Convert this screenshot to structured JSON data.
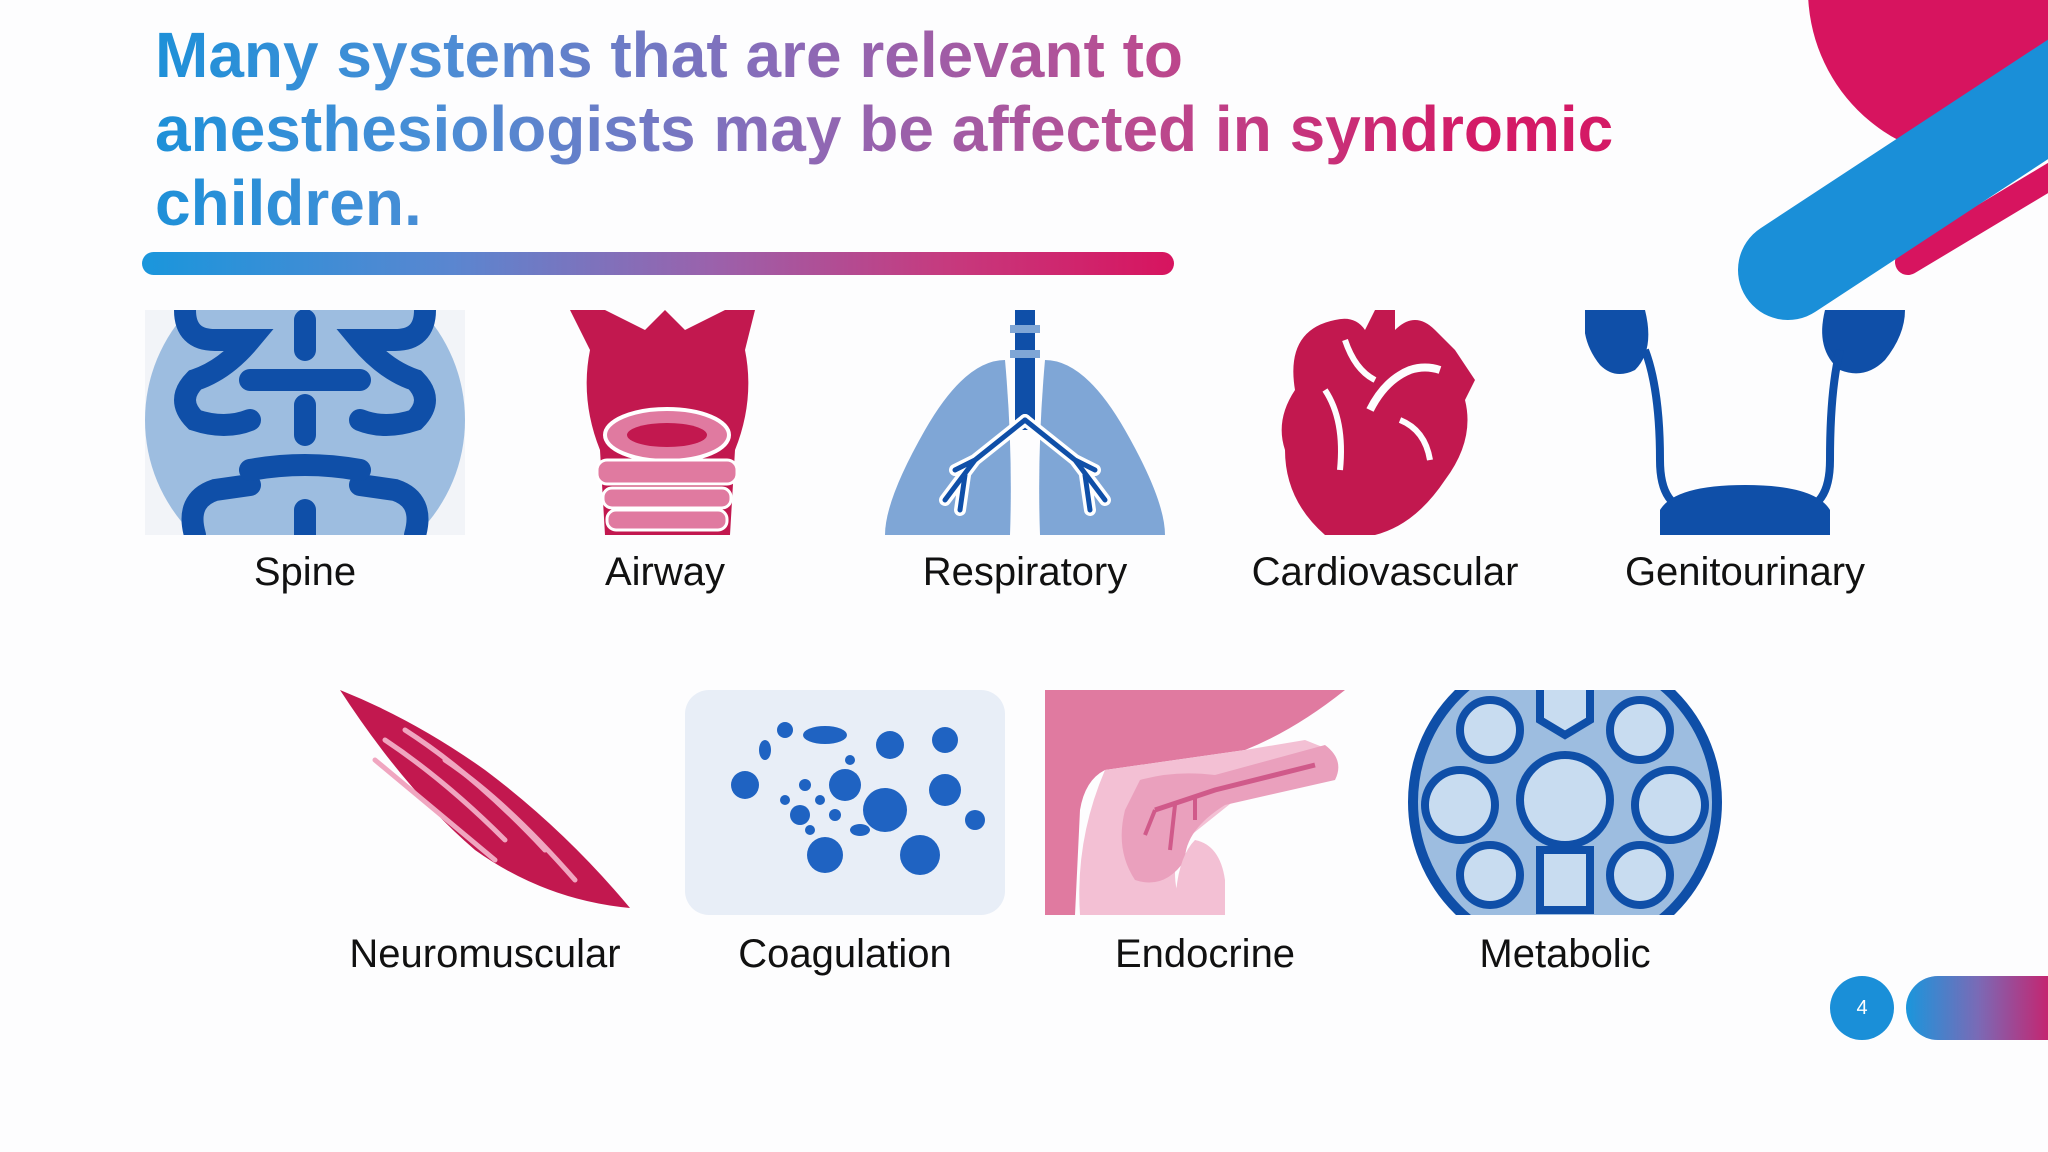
{
  "slide": {
    "title_lines": [
      "Many systems that are relevant to",
      "anesthesiologists may be affected in syndromic",
      "children."
    ],
    "page_number": "4"
  },
  "colors": {
    "accent_blue": "#1a8fd8",
    "accent_magenta": "#d7145f",
    "icon_blue": "#0f4fa8",
    "icon_light_blue": "#8fb3dc",
    "icon_red": "#c2184f",
    "icon_pink": "#e07aa0"
  },
  "systems": [
    {
      "label": "Spine",
      "icon": "spine-icon"
    },
    {
      "label": "Airway",
      "icon": "airway-icon"
    },
    {
      "label": "Respiratory",
      "icon": "lungs-icon"
    },
    {
      "label": "Cardiovascular",
      "icon": "heart-icon"
    },
    {
      "label": "Genitourinary",
      "icon": "kidneys-icon"
    },
    {
      "label": "Neuromuscular",
      "icon": "muscle-icon"
    },
    {
      "label": "Coagulation",
      "icon": "blood-cells-icon"
    },
    {
      "label": "Endocrine",
      "icon": "pancreas-icon"
    },
    {
      "label": "Metabolic",
      "icon": "cell-icon"
    }
  ]
}
